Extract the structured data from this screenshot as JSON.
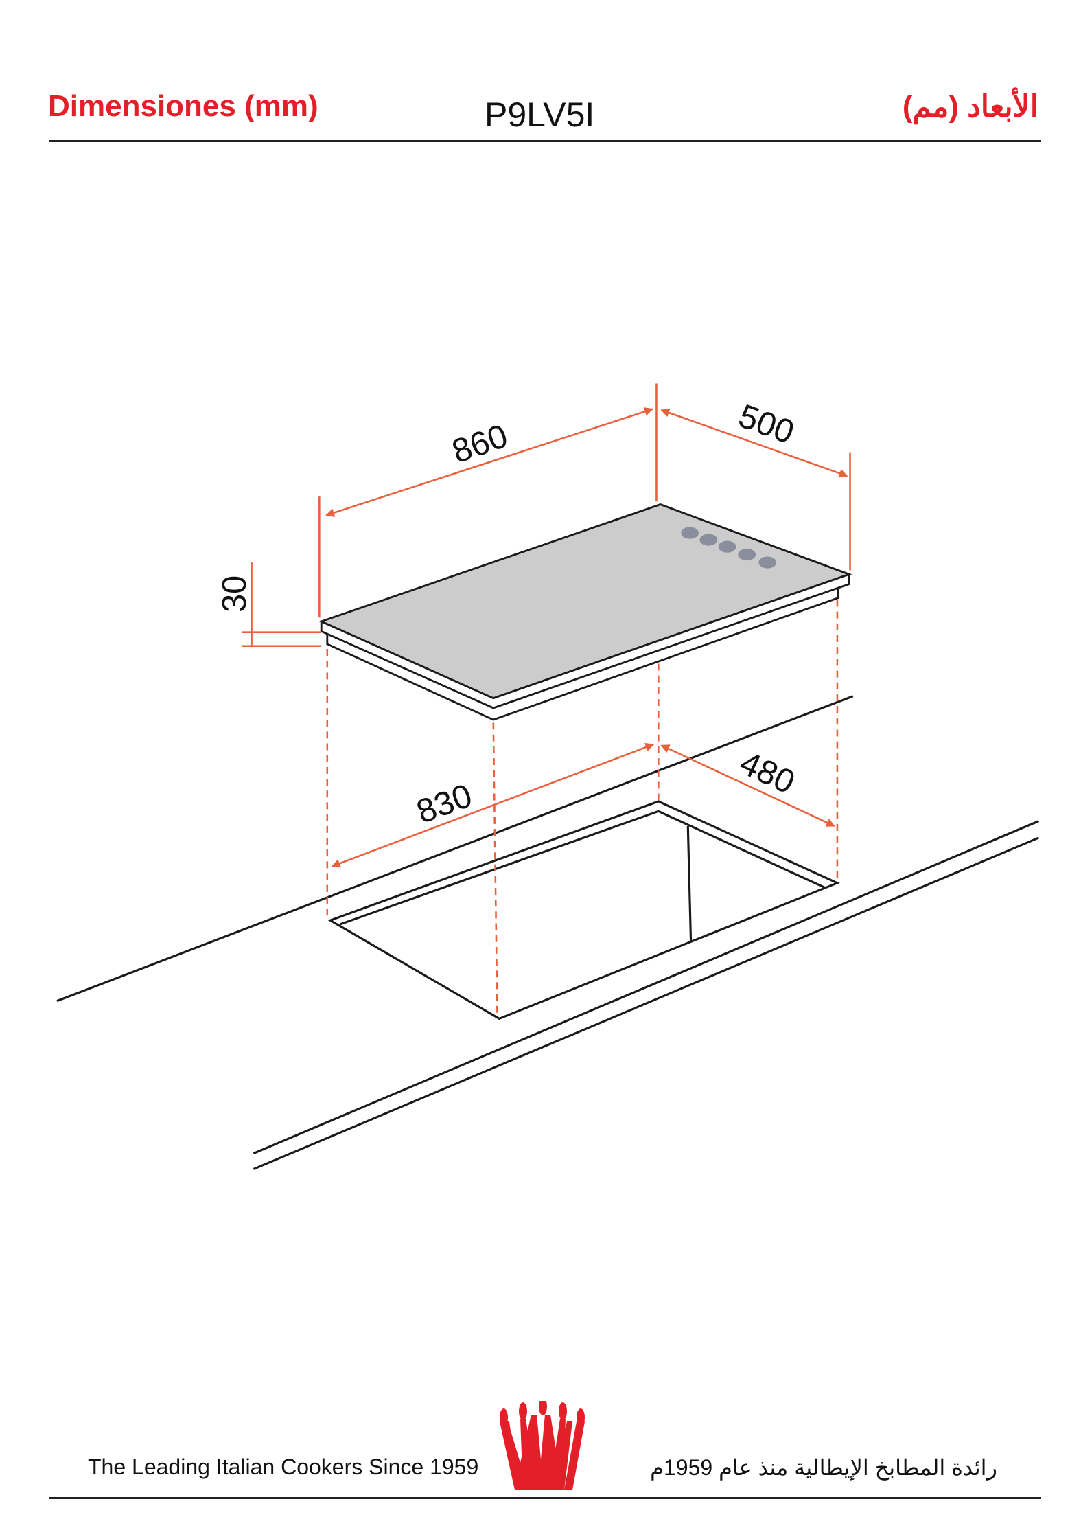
{
  "header": {
    "title_es": "Dimensiones (mm)",
    "model": "P9LV5I",
    "title_ar": "الأبعاد (مم)"
  },
  "dimensions": {
    "width": "860",
    "depth": "500",
    "height": "30",
    "cutout_width": "830",
    "cutout_depth": "480"
  },
  "colors": {
    "accent": "#e3202a",
    "dimension": "#e8603c",
    "surface": "#cccccc",
    "burner": "#8a8f9e"
  },
  "footer": {
    "slogan_en": "The Leading Italian Cookers Since 1959",
    "slogan_ar": "رائدة المطابخ الإيطالية منذ عام 1959م",
    "logo": "crown-logo"
  }
}
